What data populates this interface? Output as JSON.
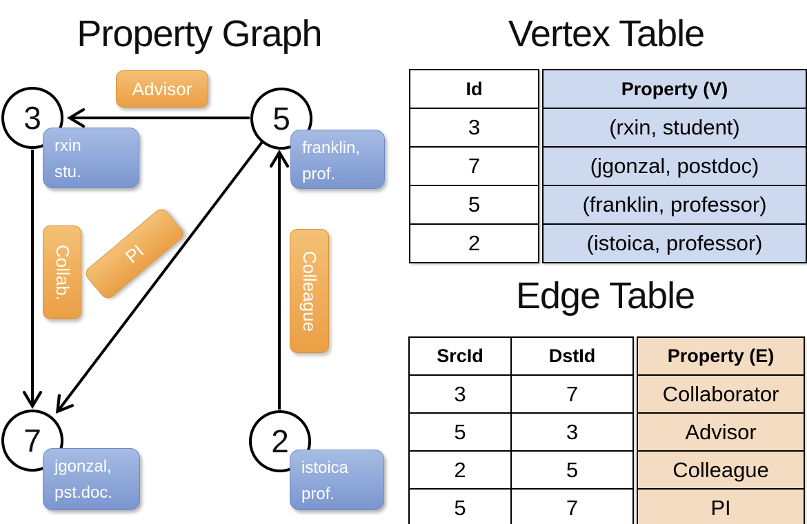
{
  "graph": {
    "title": "Property Graph",
    "nodes": [
      {
        "id": "3",
        "label_lines": [
          "rxin",
          "stu."
        ]
      },
      {
        "id": "5",
        "label_lines": [
          "franklin,",
          "prof."
        ]
      },
      {
        "id": "7",
        "label_lines": [
          "jgonzal,",
          "pst.doc."
        ]
      },
      {
        "id": "2",
        "label_lines": [
          "istoica",
          "prof."
        ]
      }
    ],
    "edges": [
      {
        "src": "5",
        "dst": "3",
        "label": "Advisor"
      },
      {
        "src": "3",
        "dst": "7",
        "label": "Collab."
      },
      {
        "src": "5",
        "dst": "7",
        "label": "PI"
      },
      {
        "src": "2",
        "dst": "5",
        "label": "Colleague"
      }
    ]
  },
  "vertex_table": {
    "title": "Vertex Table",
    "columns": [
      "Id",
      "Property (V)"
    ],
    "rows": [
      {
        "id": "3",
        "property": "(rxin, student)"
      },
      {
        "id": "7",
        "property": "(jgonzal, postdoc)"
      },
      {
        "id": "5",
        "property": "(franklin, professor)"
      },
      {
        "id": "2",
        "property": "(istoica, professor)"
      }
    ]
  },
  "edge_table": {
    "title": "Edge Table",
    "columns": [
      "SrcId",
      "DstId",
      "Property (E)"
    ],
    "rows": [
      {
        "src": "3",
        "dst": "7",
        "property": "Collaborator"
      },
      {
        "src": "5",
        "dst": "3",
        "property": "Advisor"
      },
      {
        "src": "2",
        "dst": "5",
        "property": "Colleague"
      },
      {
        "src": "5",
        "dst": "7",
        "property": "PI"
      }
    ]
  },
  "colors": {
    "edge_label_orange_top": "#f4c075",
    "edge_label_orange_bottom": "#ea9f45",
    "vertex_label_blue_top": "#a6bce4",
    "vertex_label_blue_bottom": "#7b96d0",
    "vertex_property_cell": "#cdd9ee",
    "edge_property_cell": "#f4dcc2",
    "line_black": "#000000"
  }
}
